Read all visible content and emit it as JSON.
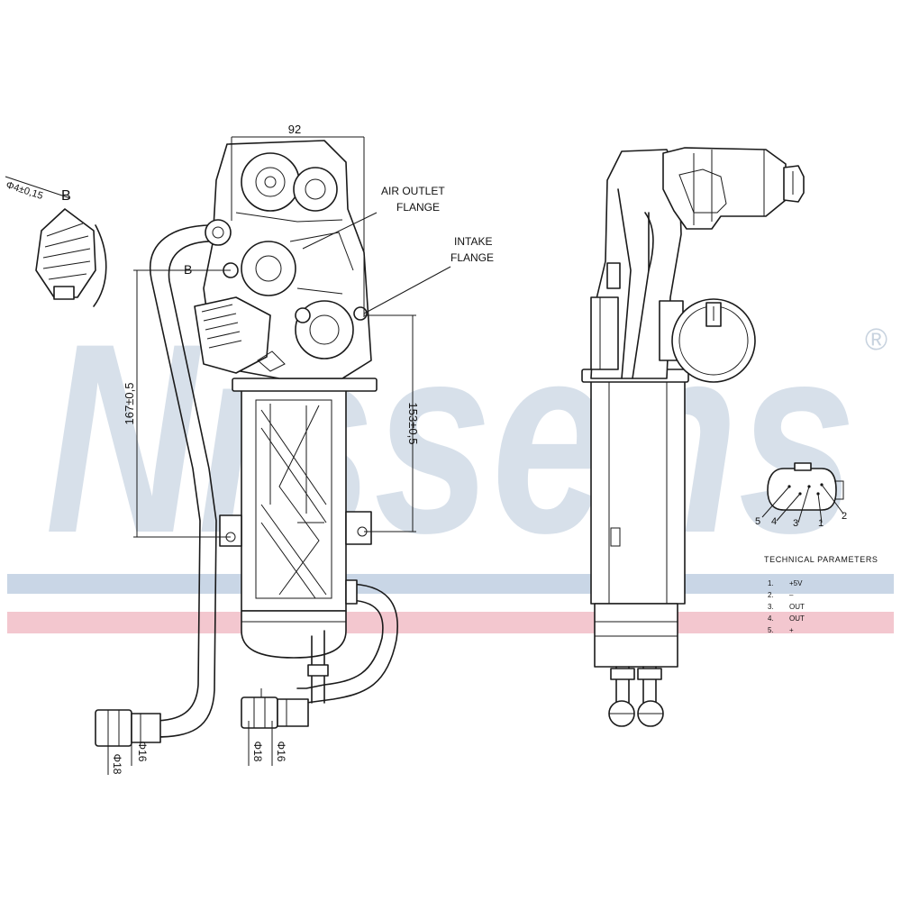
{
  "brand": {
    "watermark_text": "Nissens",
    "registered_mark": "®",
    "watermark_color": "#d7e0ea",
    "stripe_blue": "#c9d6e6",
    "stripe_red": "#f3c7cf"
  },
  "dimensions": {
    "width_top": "92",
    "height_left": "167±0,5",
    "height_right": "153±0,5",
    "bolt_hole": "Φ4±0,15",
    "bolt_hole_ref": "B",
    "section_ref_a": "B",
    "pipe_a_1": "Φ18",
    "pipe_a_2": "Φ16",
    "pipe_b_1": "Φ18",
    "pipe_b_2": "Φ16"
  },
  "labels": {
    "air_outlet_1": "AIR OUTLET",
    "air_outlet_2": "FLANGE",
    "intake_1": "INTAKE",
    "intake_2": "FLANGE"
  },
  "connector": {
    "pins": [
      "5",
      "4",
      "3",
      "1",
      "2"
    ]
  },
  "technical": {
    "title": "TECHNICAL PARAMETERS",
    "rows": [
      {
        "pin": "1.",
        "value": "+5V"
      },
      {
        "pin": "2.",
        "value": "–"
      },
      {
        "pin": "3.",
        "value": "OUT"
      },
      {
        "pin": "4.",
        "value": "OUT"
      },
      {
        "pin": "5.",
        "value": "+"
      }
    ]
  }
}
